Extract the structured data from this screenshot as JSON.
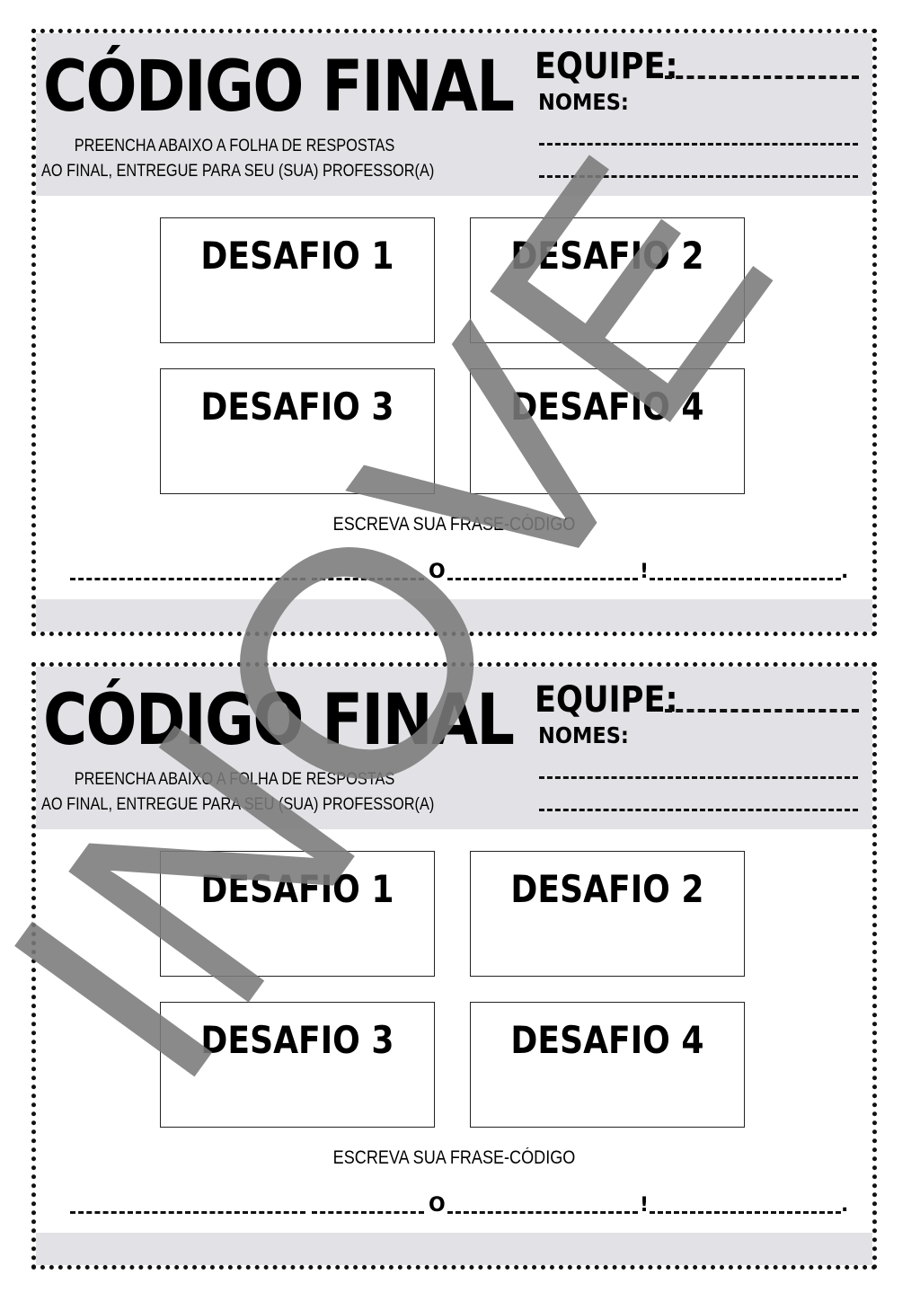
{
  "cards": [
    {
      "title": "CÓDIGO FINAL",
      "instructions": [
        "PREENCHA ABAIXO A FOLHA DE RESPOSTAS",
        "AO FINAL, ENTREGUE PARA SEU (SUA) PROFESSOR(A)"
      ],
      "team_label": "EQUIPE:",
      "names_label": "NOMES:",
      "challenges": [
        "DESAFIO 1",
        "DESAFIO 2",
        "DESAFIO 3",
        "DESAFIO 4"
      ],
      "phrase_label": "ESCREVA SUA FRASE-CÓDIGO",
      "phrase_parts": [
        "O",
        "!",
        "."
      ]
    },
    {
      "title": "CÓDIGO FINAL",
      "instructions": [
        "PREENCHA ABAIXO A FOLHA DE RESPOSTAS",
        "AO FINAL, ENTREGUE PARA SEU (SUA) PROFESSOR(A)"
      ],
      "team_label": "EQUIPE:",
      "names_label": "NOMES:",
      "challenges": [
        "DESAFIO 1",
        "DESAFIO 2",
        "DESAFIO 3",
        "DESAFIO 4"
      ],
      "phrase_label": "ESCREVA SUA FRASE-CÓDIGO",
      "phrase_parts": [
        "O",
        "!",
        "."
      ]
    }
  ],
  "watermark": "INOVE",
  "colors": {
    "band": "#e2e2e6",
    "watermark": "#7a7a7a",
    "ink": "#000000"
  }
}
